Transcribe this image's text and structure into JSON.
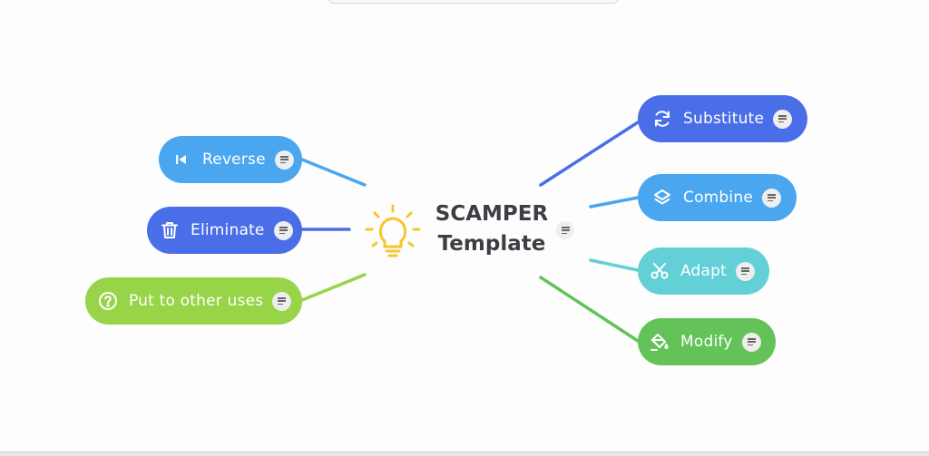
{
  "central": {
    "title_line1": "SCAMPER",
    "title_line2": "Template",
    "icon": "lightbulb-icon"
  },
  "branches_right": [
    {
      "label": "Substitute",
      "icon": "refresh-icon",
      "color": "#4a6ee8"
    },
    {
      "label": "Combine",
      "icon": "layers-icon",
      "color": "#4ba6f0"
    },
    {
      "label": "Adapt",
      "icon": "scissors-icon",
      "color": "#62d0d6"
    },
    {
      "label": "Modify",
      "icon": "paint-bucket-icon",
      "color": "#63c358"
    }
  ],
  "branches_left": [
    {
      "label": "Reverse",
      "icon": "skip-back-icon",
      "color": "#4ba6f0"
    },
    {
      "label": "Eliminate",
      "icon": "trash-icon",
      "color": "#4a6ee8"
    },
    {
      "label": "Put to other uses",
      "icon": "question-circle-icon",
      "color": "#97d448"
    }
  ],
  "note_icon": "note-icon"
}
